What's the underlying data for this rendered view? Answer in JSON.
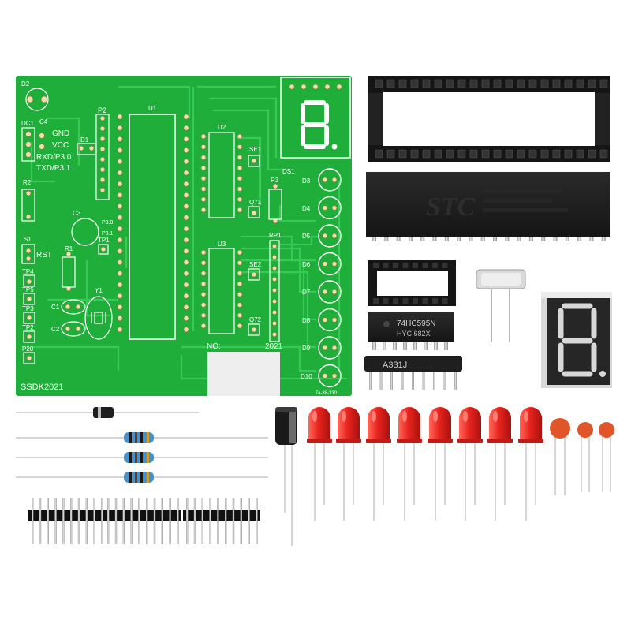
{
  "pcb": {
    "board_name": "SSDK2021",
    "year": "2021",
    "no_label": "NO:",
    "footer_tag": "Ta-38-330",
    "labels": {
      "d2": "D2",
      "dc1": "DC1",
      "c4": "C4",
      "gnd": "GND",
      "vcc": "VCC",
      "rxd": "RXD/P3.0",
      "txd": "TXD/P3.1",
      "d1": "D1",
      "p2": "P2",
      "u1": "U1",
      "u2": "U2",
      "u3": "U3",
      "r2": "R2",
      "c3": "C3",
      "s1": "S1",
      "rst": "RST",
      "r1": "R1",
      "tp1": "TP1",
      "tp4": "TP4",
      "tp5": "TP5",
      "tp3": "TP3",
      "tp2": "TP2",
      "p20": "P20",
      "c1": "C1",
      "c2": "C2",
      "y1": "Y1",
      "se1": "SE1",
      "se2": "SE2",
      "q71": "Q71",
      "q72": "Q72",
      "r3": "R3",
      "rp1": "RP1",
      "ds1": "DS1",
      "p30": "P3.0",
      "p31": "P3.1",
      "d3": "D3",
      "d4": "D4",
      "d5": "D5",
      "d6": "D6",
      "d7": "D7",
      "d8": "D8",
      "d9": "D9",
      "d10": "D10"
    }
  },
  "components": {
    "mcu_brand": "STC",
    "shift_register_part": "74HC595N",
    "shift_register_lot": "HYC 682X",
    "resistor_network_mark": "A331J"
  },
  "colors": {
    "pcb_green": "#1fae3a",
    "trace_green": "#35c452",
    "led_red": "#e8231e",
    "ceramic_cap_orange": "#e0552a",
    "ic_black": "#1b1b1b"
  }
}
